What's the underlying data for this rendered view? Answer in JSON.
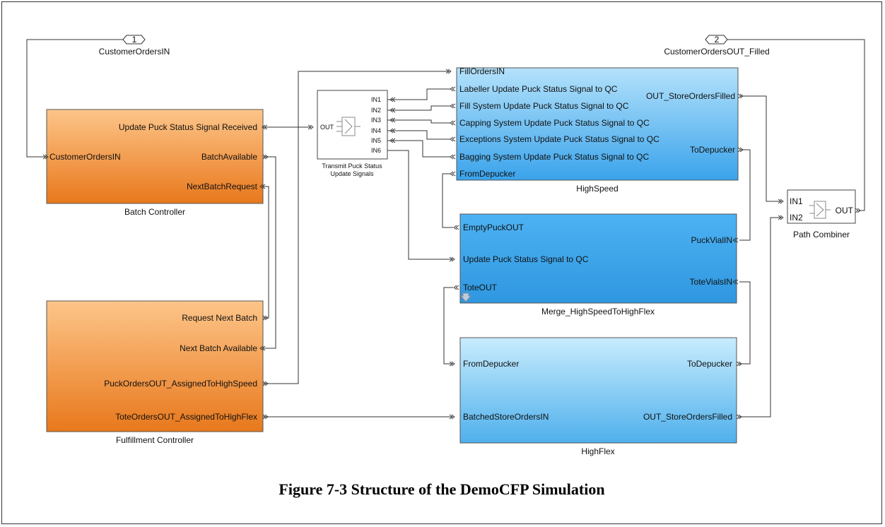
{
  "ports": {
    "in1": {
      "number": "1",
      "label": "CustomerOrdersIN"
    },
    "out2": {
      "number": "2",
      "label": "CustomerOrdersOUT_Filled"
    }
  },
  "batch_controller": {
    "name": "Batch Controller",
    "input": "CustomerOrdersIN",
    "outputs": [
      "Update Puck Status  Signal Received",
      "BatchAvailable",
      "NextBatchRequest"
    ]
  },
  "fulfillment_controller": {
    "name": "Fulfillment Controller",
    "outputs": [
      "Request Next Batch",
      "Next Batch Available",
      "PuckOrdersOUT_AssignedToHighSpeed",
      "ToteOrdersOUT_AssignedToHighFlex"
    ]
  },
  "transmit": {
    "name": "Transmit Puck Status\nUpdate Signals",
    "name_line1": "Transmit Puck Status",
    "name_line2": "Update Signals",
    "out": "OUT",
    "ins": [
      "IN1",
      "IN2",
      "IN3",
      "IN4",
      "IN5",
      "IN6"
    ]
  },
  "highspeed": {
    "name": "HighSpeed",
    "inputs": [
      "FillOrdersIN",
      "Labeller Update Puck Status Signal to QC",
      "Fill System Update Puck  Status Signal to QC",
      "Capping System Update Puck  Status Signal to QC",
      "Exceptions System Update Puck  Status Signal to QC",
      "Bagging System Update Puck  Status Signal to QC",
      "FromDepucker"
    ],
    "outputs": [
      "OUT_StoreOrdersFilled",
      "ToDepucker"
    ]
  },
  "merge": {
    "name": "Merge_HighSpeedToHighFlex",
    "left": [
      "EmptyPuckOUT",
      "Update Puck Status  Signal to QC",
      "ToteOUT"
    ],
    "right": [
      "PuckVialIN",
      "ToteVialsIN"
    ]
  },
  "highflex": {
    "name": "HighFlex",
    "left": [
      "FromDepucker",
      "BatchedStoreOrdersIN"
    ],
    "right": [
      "ToDepucker",
      "OUT_StoreOrdersFilled"
    ]
  },
  "path_combiner": {
    "name": "Path Combiner",
    "ins": [
      "IN1",
      "IN2"
    ],
    "out": "OUT"
  },
  "figure_caption": "Figure 7-3 Structure of the DemoCFP Simulation",
  "colors": {
    "orange_top": "#fdc589",
    "orange_bottom": "#e8781c",
    "blue_top": "#b4e2fb",
    "blue_bottom": "#3aa3eb",
    "lightblue_top": "#c8ecfd",
    "lightblue_bottom": "#52b3ee"
  }
}
